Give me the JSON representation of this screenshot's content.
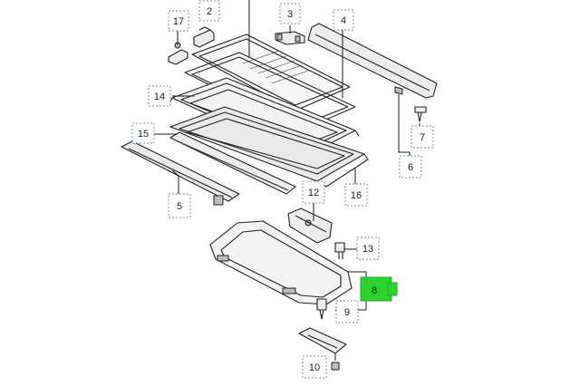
{
  "callouts": [
    {
      "id": "17",
      "label": "17",
      "highlighted": false
    },
    {
      "id": "2",
      "label": "2",
      "highlighted": false
    },
    {
      "id": "3",
      "label": "3",
      "highlighted": false
    },
    {
      "id": "4",
      "label": "4",
      "highlighted": false
    },
    {
      "id": "14",
      "label": "14",
      "highlighted": false
    },
    {
      "id": "15",
      "label": "15",
      "highlighted": false
    },
    {
      "id": "7",
      "label": "7",
      "highlighted": false
    },
    {
      "id": "6",
      "label": "6",
      "highlighted": false
    },
    {
      "id": "5",
      "label": "5",
      "highlighted": false
    },
    {
      "id": "12",
      "label": "12",
      "highlighted": false
    },
    {
      "id": "16",
      "label": "16",
      "highlighted": false
    },
    {
      "id": "13",
      "label": "13",
      "highlighted": false
    },
    {
      "id": "8",
      "label": "8",
      "highlighted": true
    },
    {
      "id": "9",
      "label": "9",
      "highlighted": false
    },
    {
      "id": "10",
      "label": "10",
      "highlighted": false
    }
  ],
  "colors": {
    "highlight": "#2fd12f",
    "callout_border": "#6b8fb0",
    "line": "#1a1a1a"
  }
}
